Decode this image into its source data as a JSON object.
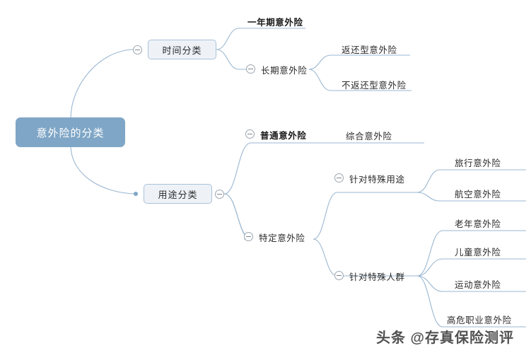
{
  "mindmap": {
    "root": {
      "label": "意外险的分类"
    },
    "branches": [
      {
        "label": "时间分类",
        "children": [
          {
            "label": "一年期意外险",
            "bold": true,
            "children": []
          },
          {
            "label": "长期意外险",
            "bold": false,
            "children": [
              {
                "label": "返还型意外险"
              },
              {
                "label": "不返还型意外险"
              }
            ]
          }
        ]
      },
      {
        "label": "用途分类",
        "children": [
          {
            "label": "普通意外险",
            "bold": true,
            "children": [
              {
                "label": "综合意外险"
              }
            ]
          },
          {
            "label": "特定意外险",
            "bold": false,
            "children": [
              {
                "label": "针对特殊用途",
                "children": [
                  {
                    "label": "旅行意外险"
                  },
                  {
                    "label": "航空意外险"
                  }
                ]
              },
              {
                "label": "针对特殊人群",
                "children": [
                  {
                    "label": "老年意外险"
                  },
                  {
                    "label": "儿童意外险"
                  },
                  {
                    "label": "运动意外险"
                  },
                  {
                    "label": "高危职业意外险"
                  }
                ]
              }
            ]
          }
        ]
      }
    ],
    "nodes": {
      "root": "意外险的分类",
      "time_class": "时间分类",
      "one_year": "一年期意外险",
      "long_term": "长期意外险",
      "refund": "返还型意外险",
      "no_refund": "不返还型意外险",
      "usage_class": "用途分类",
      "general": "普通意外险",
      "comprehensive": "综合意外险",
      "specific": "特定意外险",
      "special_use": "针对特殊用途",
      "travel": "旅行意外险",
      "aviation": "航空意外险",
      "special_group": "针对特殊人群",
      "elderly": "老年意外险",
      "children": "儿童意外险",
      "sports": "运动意外险",
      "high_risk_job": "高危职业意外险"
    },
    "watermark": "头条 @存真保险测评",
    "colors": {
      "root_fill": "#7fa6c6",
      "root_text": "#ffffff",
      "box_fill": "#eef2f7",
      "box_border": "#a9c2da",
      "line": "#9bb7d0",
      "text": "#2b2b2b",
      "toggle_border": "#9aa6b0"
    }
  }
}
